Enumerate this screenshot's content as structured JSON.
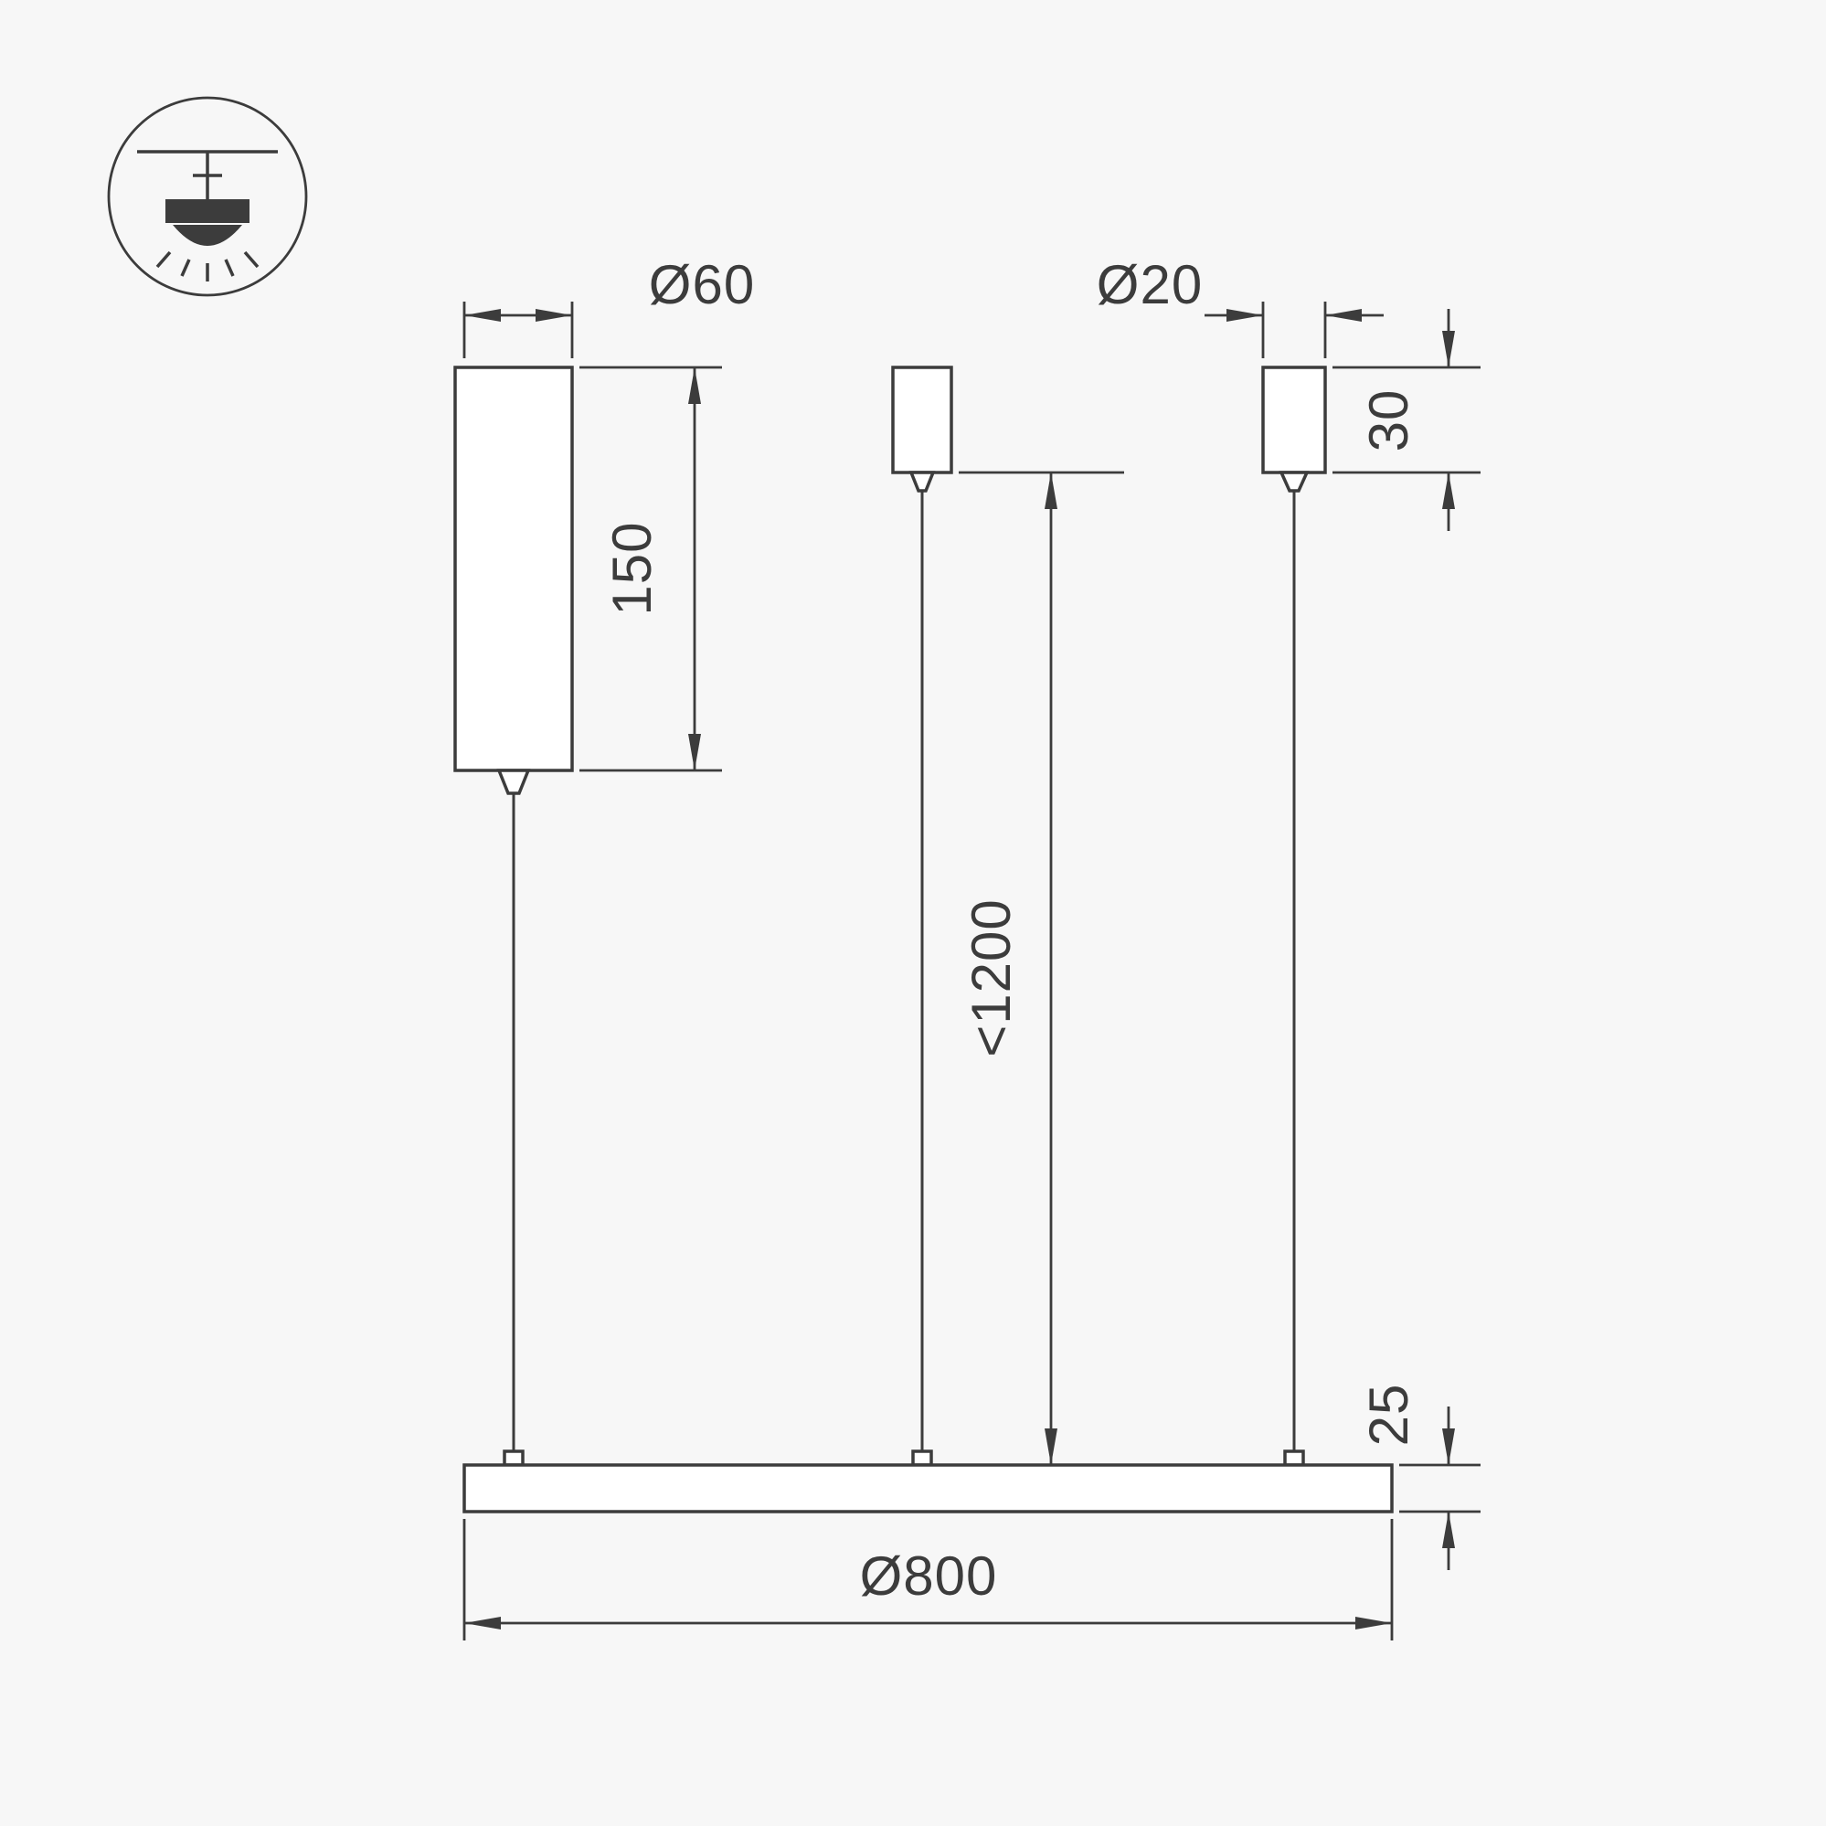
{
  "page": {
    "background": "#f7f7f7",
    "line_color": "#3c3c3c",
    "description": "Technical dimension drawing of a suspended pendant ring luminaire"
  },
  "icon": {
    "name": "pendant-mount-symbol"
  },
  "dimensions": {
    "driver_diameter": "Ø60",
    "driver_height": "150",
    "cap_diameter": "Ø20",
    "cap_height": "30",
    "suspension_length": "<1200",
    "lamp_diameter": "Ø800",
    "profile_thickness": "25"
  }
}
